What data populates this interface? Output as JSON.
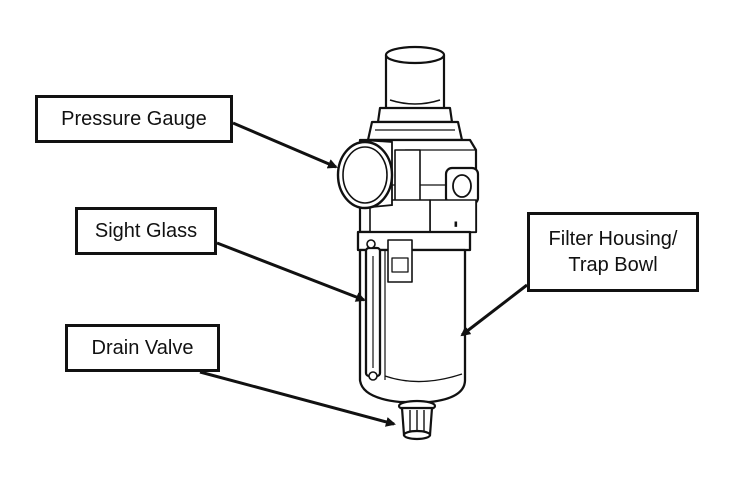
{
  "labels": {
    "pressure_gauge": "Pressure Gauge",
    "sight_glass": "Sight Glass",
    "drain_valve": "Drain Valve",
    "filter_housing_line1": "Filter Housing/",
    "filter_housing_line2": "Trap Bowl"
  },
  "colors": {
    "line": "#111111",
    "background": "#ffffff"
  }
}
